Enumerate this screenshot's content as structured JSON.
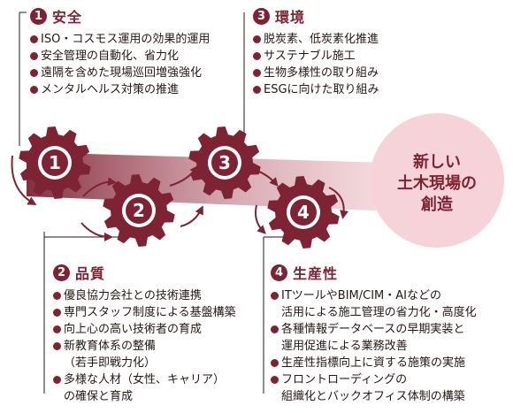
{
  "sections": [
    {
      "number": "1",
      "title": "安全",
      "items": [
        {
          "lines": [
            "ISO・コスモス運用の効果的運用"
          ]
        },
        {
          "lines": [
            "安全管理の自動化、省力化"
          ]
        },
        {
          "lines": [
            "遠隔を含めた現場巡回増強強化"
          ]
        },
        {
          "lines": [
            "メンタルヘルス対策の推進"
          ]
        }
      ]
    },
    {
      "number": "3",
      "title": "環境",
      "items": [
        {
          "lines": [
            "脱炭素、低炭素化推進"
          ]
        },
        {
          "lines": [
            "サステナブル施工"
          ]
        },
        {
          "lines": [
            "生物多様性の取り組み"
          ]
        },
        {
          "lines": [
            "ESGに向けた取り組み"
          ]
        }
      ]
    },
    {
      "number": "2",
      "title": "品質",
      "items": [
        {
          "lines": [
            "優良協力会社との技術連携"
          ]
        },
        {
          "lines": [
            "専門スタッフ制度による基盤構築"
          ]
        },
        {
          "lines": [
            "向上心の高い技術者の育成"
          ]
        },
        {
          "lines": [
            "新教育体系の整備",
            "（若手即戦力化）"
          ]
        },
        {
          "lines": [
            "多様な人材（女性、キャリア）",
            "の確保と育成"
          ]
        }
      ]
    },
    {
      "number": "4",
      "title": "生産性",
      "items": [
        {
          "lines": [
            "ITツールやBIM/CIM・AIなどの",
            "活用による施工管理の省力化・高度化"
          ]
        },
        {
          "lines": [
            "各種情報データベースの早期実装と",
            "運用促進による業務改善"
          ]
        },
        {
          "lines": [
            "生産性指標向上に資する施策の実施"
          ]
        },
        {
          "lines": [
            "フロントローディングの",
            "組織化とバックオフィス体制の構築"
          ]
        }
      ]
    }
  ],
  "gears": [
    "1",
    "2",
    "3",
    "4"
  ],
  "goal": {
    "lines": [
      "新しい",
      "土木現場の",
      "創造"
    ]
  },
  "colors": {
    "accent": "#7d2333",
    "gear": "#7d2333",
    "goal_fill": "#f6d3d8",
    "band_start": "#7d2333",
    "band_end": "#f6d3d8"
  }
}
